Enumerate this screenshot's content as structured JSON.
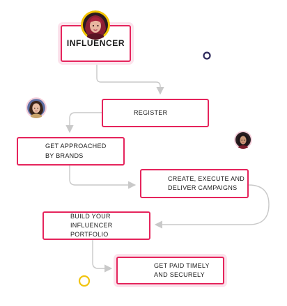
{
  "diagram": {
    "nodes": [
      {
        "id": "influencer",
        "label": "INFLUENCER"
      },
      {
        "id": "register",
        "label": "REGISTER"
      },
      {
        "id": "approached",
        "lines": [
          "GET APPROACHED",
          "BY BRANDS"
        ]
      },
      {
        "id": "create",
        "lines": [
          "CREATE, EXECUTE AND",
          "DELIVER CAMPAIGNS"
        ]
      },
      {
        "id": "portfolio",
        "lines": [
          "BUILD YOUR INFLUENCER",
          "PORTFOLIO"
        ]
      },
      {
        "id": "paid",
        "lines": [
          "GET PAID TIMELY",
          "AND SECURELY"
        ]
      }
    ],
    "edges": [
      {
        "from": "influencer",
        "to": "register"
      },
      {
        "from": "register",
        "to": "approached"
      },
      {
        "from": "approached",
        "to": "create"
      },
      {
        "from": "create",
        "to": "portfolio"
      },
      {
        "from": "portfolio",
        "to": "paid"
      }
    ]
  },
  "colors": {
    "node_border": "#e5245c",
    "node_glow": "#fbe3ec",
    "connector": "#c9c9c9",
    "ring_navy": "#2e2a5c",
    "ring_yellow": "#f1c40f",
    "avatar_ring_yellow": "#f2c200",
    "avatar_ring_pink": "#f5d0dc"
  },
  "decorations": [
    {
      "name": "avatar-top-icon"
    },
    {
      "name": "avatar-left-icon"
    },
    {
      "name": "avatar-right-icon"
    },
    {
      "name": "ring-navy-icon"
    },
    {
      "name": "ring-yellow-icon"
    }
  ]
}
